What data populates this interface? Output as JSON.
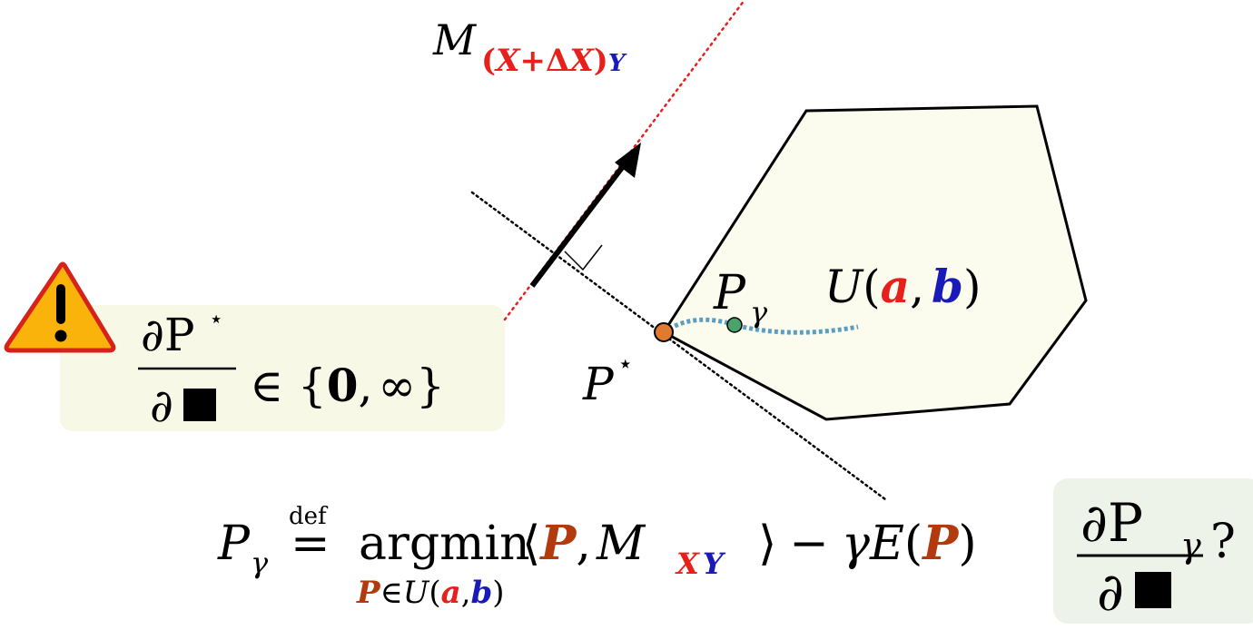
{
  "colors": {
    "polygon_fill": "#fbfbee",
    "polygon_stroke": "#000000",
    "box_left_fill": "#f7f8e6",
    "box_right_fill": "#eef3ea",
    "curve": "#5b9ec4",
    "p_star_dot": "#e07a2f",
    "p_gamma_dot": "#4aa36b",
    "red_line": "#e8201b",
    "warning_fill": "#f9b30a",
    "warning_border": "#d6221a",
    "var_red": "#e8201b",
    "var_blue": "#1a1ab8",
    "var_brown": "#b23a0e"
  },
  "icons": {
    "warning": "warning-icon"
  },
  "labels": {
    "m_top": {
      "M": "M",
      "paren_open": "(",
      "X": "X",
      "plus": "+",
      "delta": "Δ",
      "X2": "X",
      "paren_close": ")",
      "Y": "Y"
    },
    "u_set": {
      "U": "U",
      "open": "(",
      "a": "a",
      "comma": ",",
      "b": "b",
      "close": ")"
    },
    "p_gamma_point": {
      "P": "P",
      "sub": "γ"
    },
    "p_star_point": {
      "P": "P",
      "sup": "⋆"
    }
  },
  "warning_box": {
    "numerator": "∂P",
    "numerator_sup": "⋆",
    "denominator": "∂",
    "denominator_square": "■",
    "relation": "∈ {",
    "zero": "0",
    "comma": ",",
    "infinity": "∞",
    "close": "}"
  },
  "question_box": {
    "numerator": "∂P",
    "numerator_sub": "γ",
    "denominator": "∂",
    "denominator_square": "■",
    "question": "?"
  },
  "definition": {
    "lhs": "P",
    "lhs_sub": "γ",
    "def_label": "def",
    "eq": "=",
    "argmin": "argmin",
    "bracket_open": "⟨",
    "P": "P",
    "comma": ",",
    "M": "M",
    "X": "X",
    "Y": "Y",
    "bracket_close": "⟩",
    "minus": "−",
    "gamma": "γ",
    "E": "E",
    "paren_open": "(",
    "P2": "P",
    "paren_close": ")",
    "under_P": "P",
    "under_in": "∈",
    "under_U": "U",
    "under_open": "(",
    "under_a": "a",
    "under_comma": ",",
    "under_b": "b",
    "under_close": ")"
  }
}
